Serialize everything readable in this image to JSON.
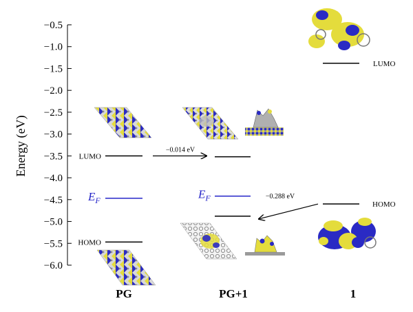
{
  "axis": {
    "label": "Energy (eV)",
    "range": [
      -6.0,
      -0.5
    ],
    "ticks": [
      -0.5,
      -1.0,
      -1.5,
      -2.0,
      -2.5,
      -3.0,
      -3.5,
      -4.0,
      -4.5,
      -5.0,
      -5.5,
      -6.0
    ],
    "tick_labels": [
      "−0.5",
      "−1.0",
      "−1.5",
      "−2.0",
      "−2.5",
      "−3.0",
      "−3.5",
      "−4.0",
      "−4.5",
      "−5.0",
      "−5.5",
      "−6.0"
    ]
  },
  "columns": {
    "pg": "PG",
    "pg1": "PG+1",
    "mol": "1"
  },
  "levels": {
    "pg_lumo": -3.5,
    "pg_fermi": -4.47,
    "pg_homo": -5.47,
    "pg1_lumo": -3.52,
    "pg1_fermi": -4.42,
    "pg1_homo": -4.88,
    "mol_lumo": -1.38,
    "mol_homo": -4.6
  },
  "labels": {
    "lumo": "LUMO",
    "homo": "HOMO",
    "fermi_main": "E",
    "fermi_sub": "F",
    "shift_lumo": "−0.014 eV",
    "shift_homo": "−0.288 eV"
  },
  "colors": {
    "fermi": "#2424c8",
    "orbital_yellow": "#e4dc3c",
    "orbital_blue": "#2a2ac4",
    "carbon_grey": "#9a9a9a"
  }
}
